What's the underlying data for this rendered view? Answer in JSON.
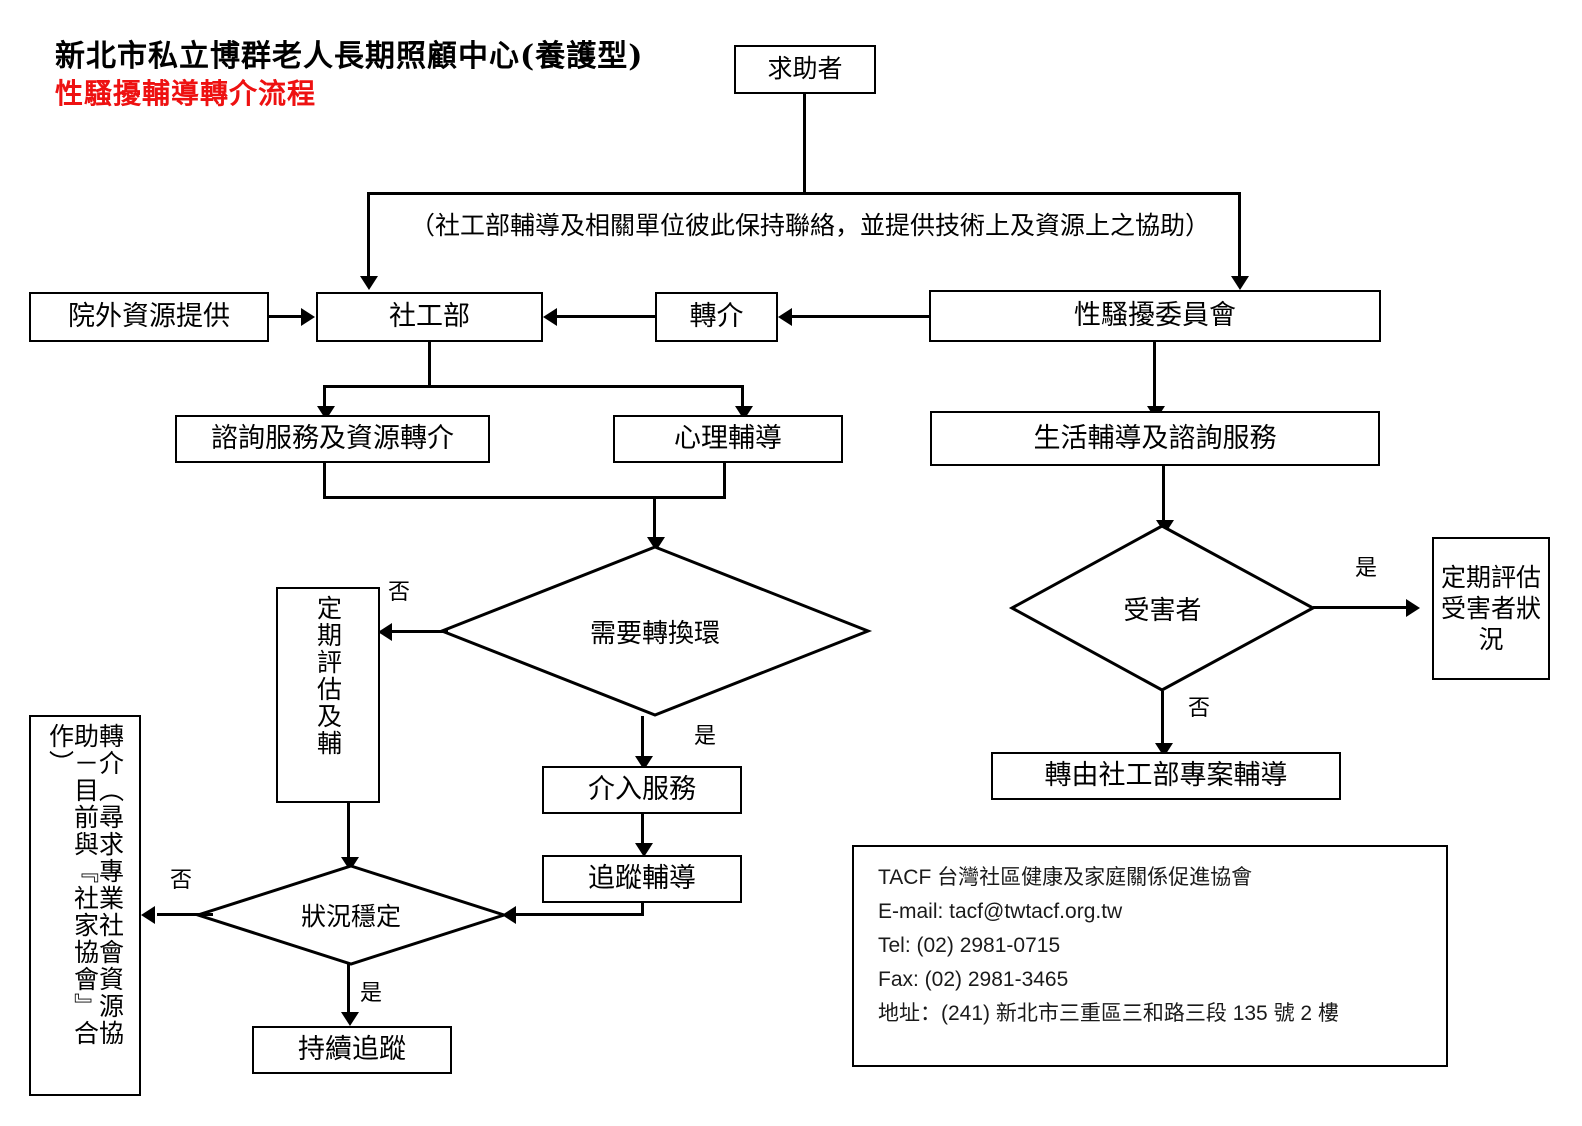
{
  "header": {
    "org_title": "新北市私立博群老人長期照顧中心(養護型)",
    "flow_title": "性騷擾輔導轉介流程",
    "accent_color": "#ee1111"
  },
  "flowchart": {
    "type": "flowchart",
    "nodes": {
      "help_seeker": "求助者",
      "note_bracket": "（社工部輔導及相關單位彼此保持聯絡，並提供技術上及資源上之協助）",
      "external_resource": "院外資源提供",
      "social_work_dept": "社工部",
      "referral": "轉介",
      "harassment_committee": "性騷擾委員會",
      "consult_service": "諮詢服務及資源轉介",
      "psych_counseling": "心理輔導",
      "life_guidance": "生活輔導及諮詢服務",
      "need_change_env": "需要轉換環",
      "victim": "受害者",
      "periodic_eval_guidance": "定期評估及輔",
      "periodic_eval_victim": "定期評估受害者狀況",
      "intervention_service": "介入服務",
      "followup_counseling": "追蹤輔導",
      "transfer_social_work": "轉由社工部專案輔導",
      "status_stable": "狀況穩定",
      "continuous_tracking": "持續追蹤",
      "referral_note_col_right": "轉介（尋求專業社會資源協",
      "referral_note_col_left": "助－目前與『社家協會』合作）"
    },
    "branch_labels": {
      "yes": "是",
      "no": "否"
    },
    "edges": [
      {
        "from": "help_seeker",
        "to": "note_bracket",
        "label": ""
      },
      {
        "from": "note_bracket",
        "to": "social_work_dept",
        "label": ""
      },
      {
        "from": "note_bracket",
        "to": "harassment_committee",
        "label": ""
      },
      {
        "from": "external_resource",
        "to": "social_work_dept",
        "label": ""
      },
      {
        "from": "referral",
        "to": "social_work_dept",
        "label": ""
      },
      {
        "from": "harassment_committee",
        "to": "referral",
        "label": ""
      },
      {
        "from": "social_work_dept",
        "to": "consult_service",
        "label": ""
      },
      {
        "from": "social_work_dept",
        "to": "psych_counseling",
        "label": ""
      },
      {
        "from": "harassment_committee",
        "to": "life_guidance",
        "label": ""
      },
      {
        "from": "consult_service",
        "to": "need_change_env",
        "label": ""
      },
      {
        "from": "psych_counseling",
        "to": "need_change_env",
        "label": ""
      },
      {
        "from": "need_change_env",
        "to": "periodic_eval_guidance",
        "label": "否"
      },
      {
        "from": "need_change_env",
        "to": "intervention_service",
        "label": "是"
      },
      {
        "from": "intervention_service",
        "to": "followup_counseling",
        "label": ""
      },
      {
        "from": "followup_counseling",
        "to": "status_stable",
        "label": ""
      },
      {
        "from": "periodic_eval_guidance",
        "to": "status_stable",
        "label": ""
      },
      {
        "from": "status_stable",
        "to": "referral_note",
        "label": "否"
      },
      {
        "from": "status_stable",
        "to": "continuous_tracking",
        "label": "是"
      },
      {
        "from": "life_guidance",
        "to": "victim",
        "label": ""
      },
      {
        "from": "victim",
        "to": "periodic_eval_victim",
        "label": "是"
      },
      {
        "from": "victim",
        "to": "transfer_social_work",
        "label": "否"
      }
    ]
  },
  "contact": {
    "lines": [
      "TACF  台灣社區健康及家庭關係促進協會",
      "E-mail: tacf@twtacf.org.tw",
      "Tel: (02) 2981-0715",
      "Fax: (02) 2981-3465",
      "地址：(241)  新北市三重區三和路三段 135 號 2 樓"
    ]
  }
}
